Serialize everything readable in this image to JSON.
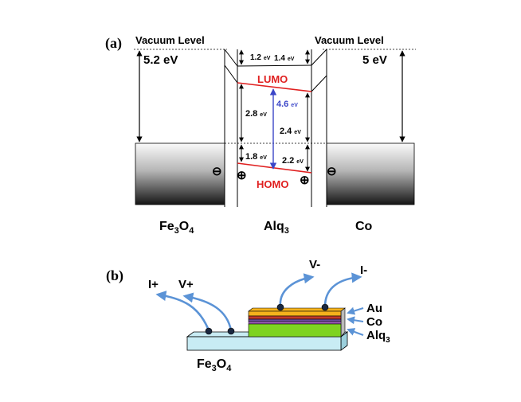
{
  "panel_a": {
    "label": "(a)",
    "vacuum_left": "Vacuum Level",
    "vacuum_right": "Vacuum Level",
    "wf_left": "5.2 eV",
    "wf_right": "5 eV",
    "gap_top_left": "1.2",
    "gap_top_right": "1.4",
    "lumo": "LUMO",
    "homo": "HOMO",
    "gap_mid": "4.6",
    "left_upper": "2.8",
    "right_upper": "2.4",
    "left_lower": "1.8",
    "right_lower": "2.2",
    "unit": "eV",
    "electron": "⊖",
    "hole": "⊕",
    "fe_base": "Fe",
    "fe_sub1": "3",
    "fe_o": "O",
    "fe_sub2": "4",
    "alq_base": "Alq",
    "alq_sub": "3",
    "co": "Co",
    "colors": {
      "lumo_homo": "#e02020",
      "gap_arrow": "#3b46c8"
    }
  },
  "panel_b": {
    "label": "(b)",
    "i_plus": "I+",
    "v_plus": "V+",
    "v_minus": "V-",
    "i_minus": "I-",
    "au": "Au",
    "co": "Co",
    "alq_base": "Alq",
    "alq_sub": "3",
    "fe_base": "Fe",
    "fe_sub1": "3",
    "fe_o": "O",
    "fe_sub2": "4",
    "colors": {
      "wire": "#5b93d6",
      "substrate": "#c8ecf4",
      "au": "#f5b21c",
      "co_layer": "#c0392b",
      "mid_layer": "#6a4aa0",
      "alq_layer": "#7ed321"
    }
  }
}
